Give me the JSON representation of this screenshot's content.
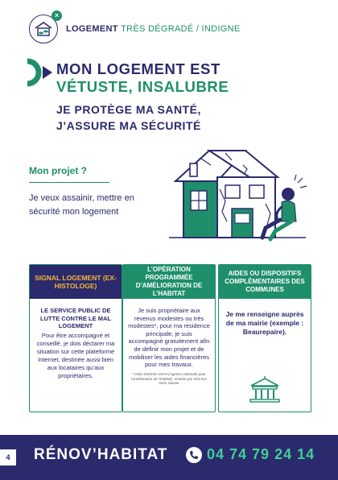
{
  "header": {
    "title_main": "LOGEMENT",
    "title_sub": "TRÈS DÉGRADÉ / INDIGNE",
    "badge": "×"
  },
  "hero": {
    "line1": "MON LOGEMENT EST",
    "line2": "VÉTUSTE, INSALUBRE",
    "tag1": "JE PROTÈGE MA SANTÉ,",
    "tag2": "J’ASSURE MA SÉCURITÉ"
  },
  "projet": {
    "label": "Mon projet ?",
    "text": "Je veux assainir, mettre en sécurité mon logement"
  },
  "cards": [
    {
      "title": "SIGNAL LOGEMENT (EX-HISTOLOGE)",
      "head": "LE SERVICE PUBLIC DE LUTTE CONTRE LE MAL LOGEMENT",
      "text": "Pour être accompagné et conseillé, je dois déclarer ma situation sur cette plateforme Internet, destinée aussi bien aux locataires qu’aux propriétaires."
    },
    {
      "title": "L’OPÉRATION PROGRAMMÉE D’AMÉLIORATION DE L’HABITAT",
      "text": "Je suis propriétaire aux revenus modestes ou très modestes*, pour ma résidence principale, je suis accompagné gratuitement afin de définir mon projet et de mobiliser les aides financières pour mes travaux.",
      "note": "* selon barème ANAH (Agence nationale pour l’amélioration de l’habitat). Animée par SOLIHA Isère Savoie"
    },
    {
      "title": "AIDES OU DISPOSITIFS COMPLÉMENTAIRES DES COMMUNES",
      "text": "Je me renseigne auprès de ma mairie (exemple : Beaurepaire)."
    }
  ],
  "footer": {
    "page": "4",
    "brand": "RÉNOV’HABITAT",
    "phone": "04 74 79 24 14"
  },
  "colors": {
    "navy": "#2a2a6c",
    "green": "#1f8f6b",
    "accent": "#f6b73c",
    "phone": "#3ecf96"
  },
  "icons": [
    "house-coins-icon",
    "close-badge-icon",
    "arrow-icon",
    "town-hall-icon",
    "phone-icon"
  ]
}
